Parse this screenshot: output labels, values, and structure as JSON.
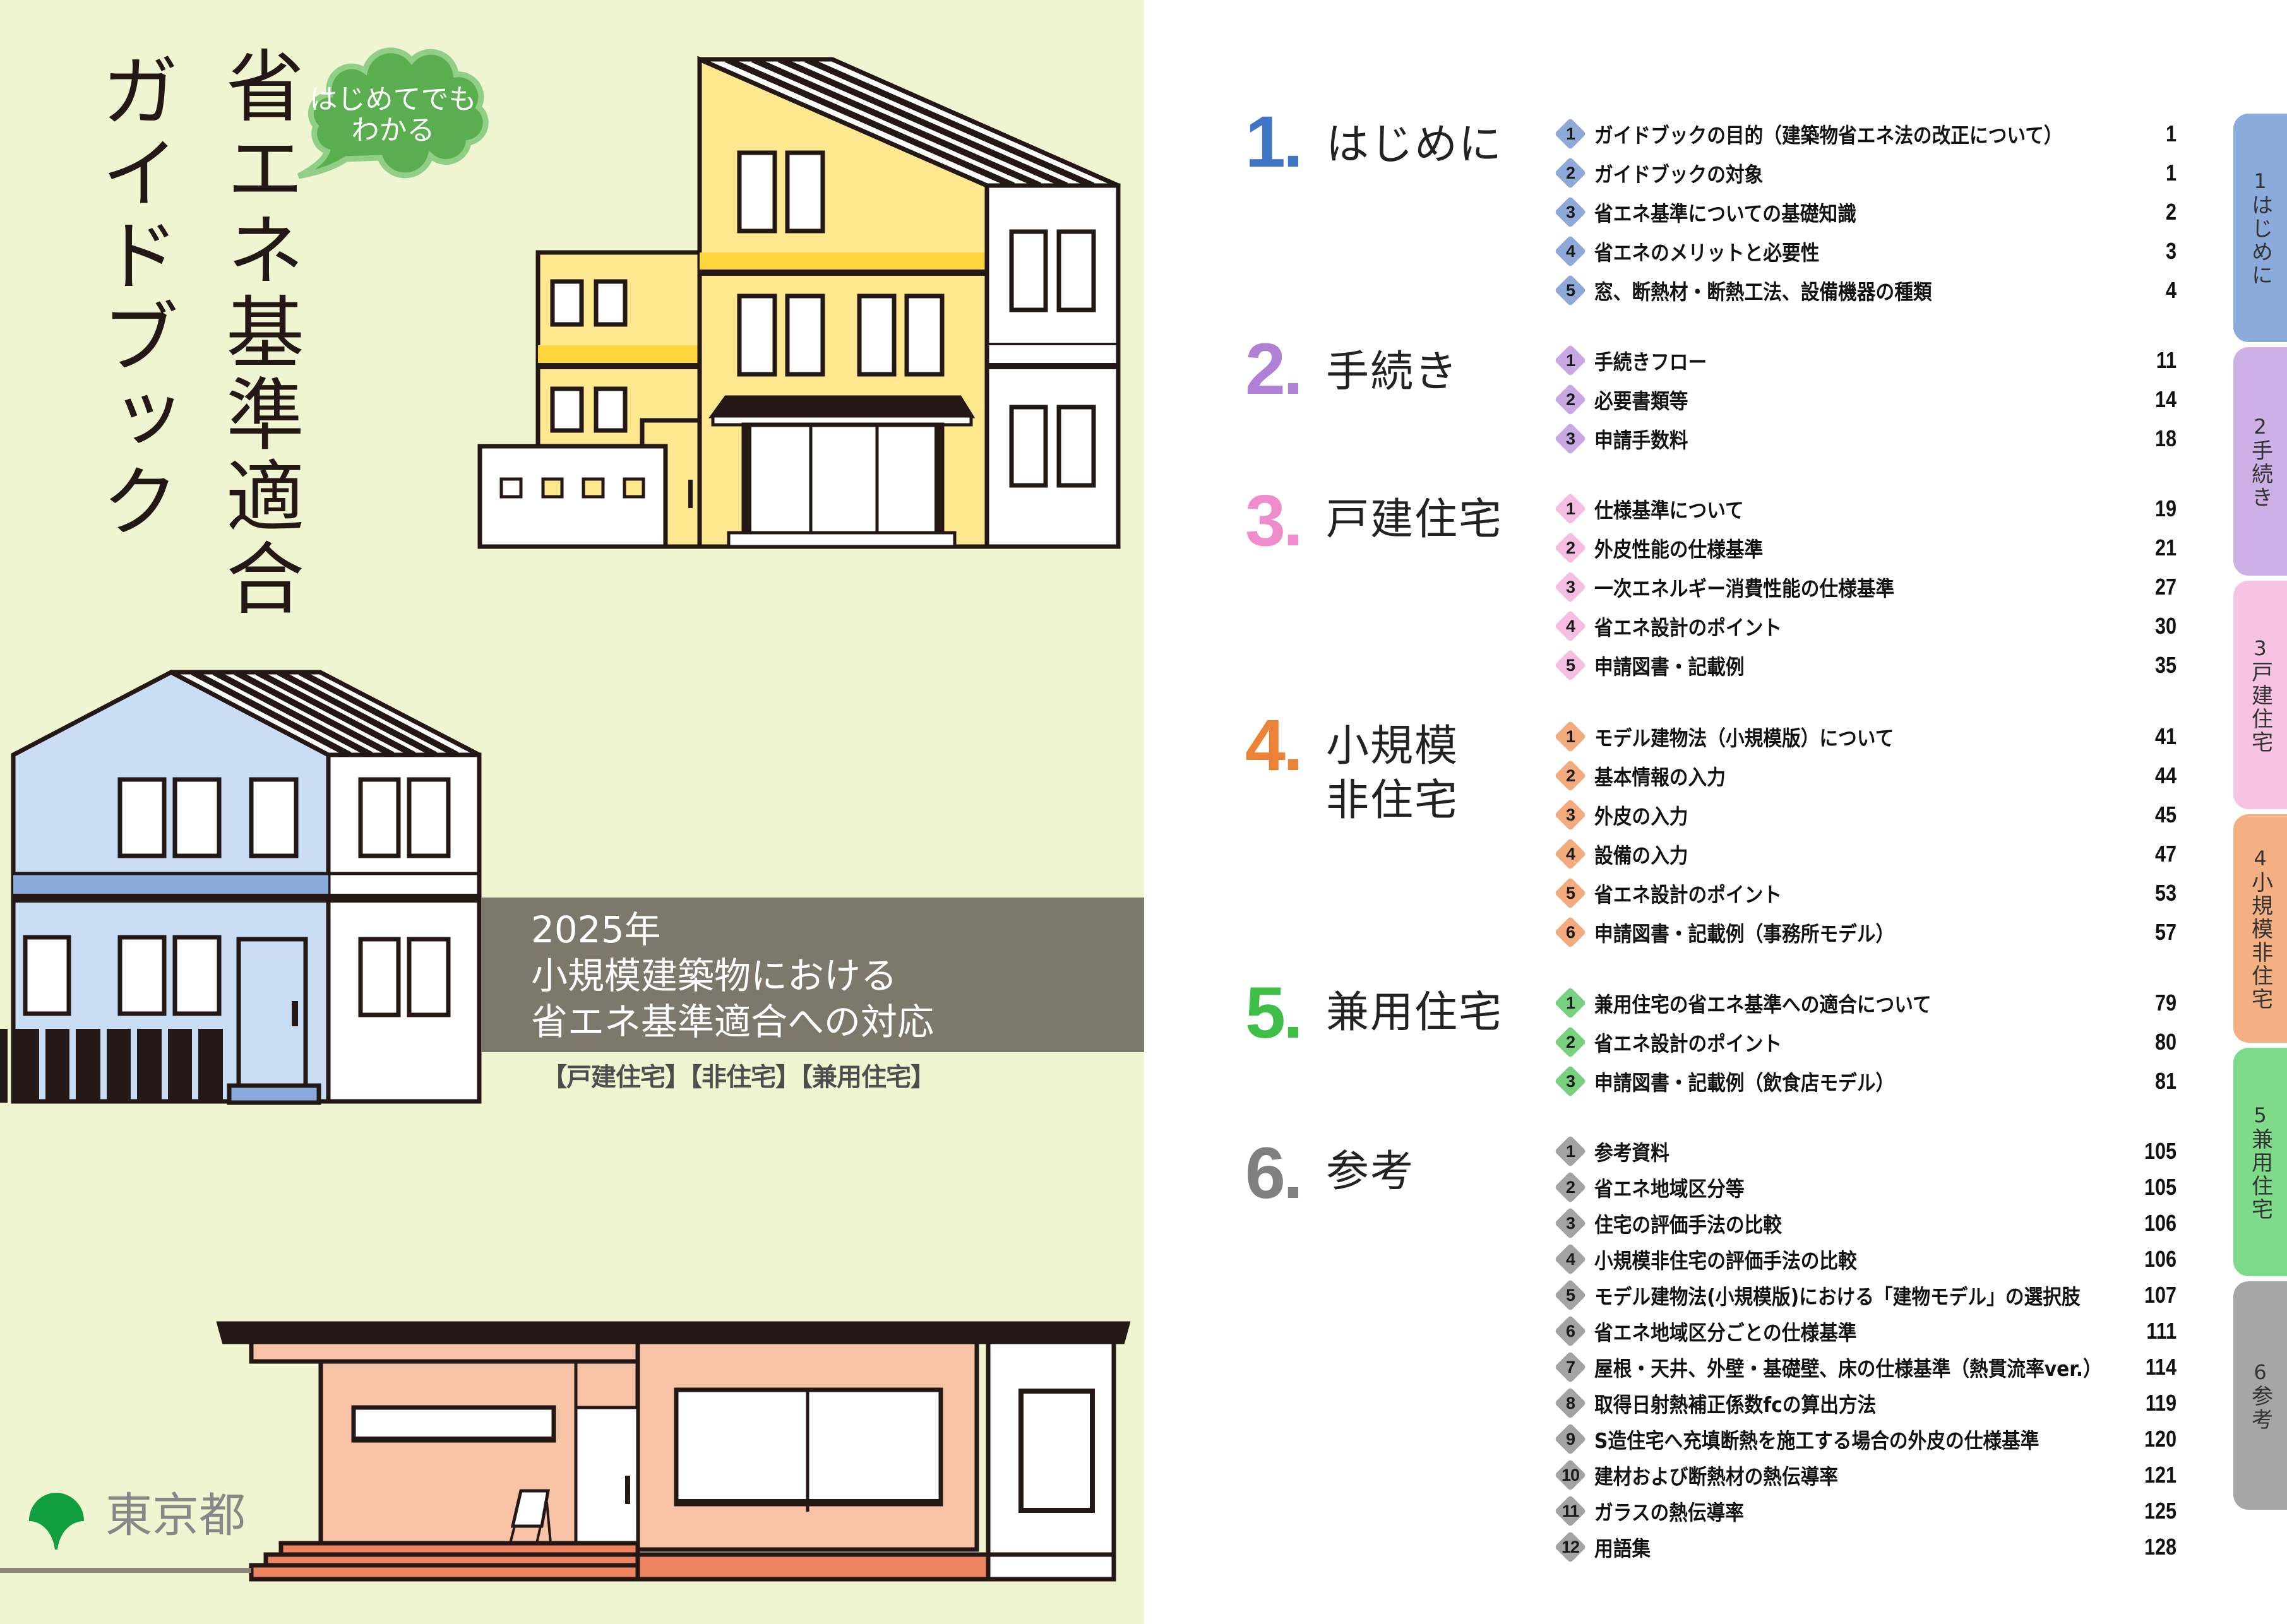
{
  "cover": {
    "title_main": "省エネ基準適合",
    "title_sub": "ガイドブック",
    "bubble": {
      "line1": "はじめてでも",
      "line2": "わかる"
    },
    "banner": {
      "line1": "2025年",
      "line2": "小規模建築物における",
      "line3": "省エネ基準適合への対応"
    },
    "categories": "【戸建住宅】【非住宅】【兼用住宅】",
    "publisher": "東京都",
    "colors": {
      "page_bg": "#eff5d0",
      "banner_bg": "#7d786b",
      "bubble_fill": "#5aae4f",
      "logo_green": "#0f9f3f"
    }
  },
  "toc": {
    "sections": [
      {
        "number": "1.",
        "title": "はじめに",
        "color": "#3f74c6",
        "badge_color": "#8fa9d9",
        "items": [
          {
            "num": "1",
            "label": "ガイドブックの目的（建築物省エネ法の改正について）",
            "page": "1"
          },
          {
            "num": "2",
            "label": "ガイドブックの対象",
            "page": "1"
          },
          {
            "num": "3",
            "label": "省エネ基準についての基礎知識",
            "page": "2"
          },
          {
            "num": "4",
            "label": "省エネのメリットと必要性",
            "page": "3"
          },
          {
            "num": "5",
            "label": "窓、断熱材・断熱工法、設備機器の種類",
            "page": "4"
          }
        ]
      },
      {
        "number": "2.",
        "title": "手続き",
        "color": "#b07fd6",
        "badge_color": "#c8a9e4",
        "items": [
          {
            "num": "1",
            "label": "手続きフロー",
            "page": "11"
          },
          {
            "num": "2",
            "label": "必要書類等",
            "page": "14"
          },
          {
            "num": "3",
            "label": "申請手数料",
            "page": "18"
          }
        ]
      },
      {
        "number": "3.",
        "title": "戸建住宅",
        "color": "#f08ccb",
        "badge_color": "#f6bde2",
        "items": [
          {
            "num": "1",
            "label": "仕様基準について",
            "page": "19"
          },
          {
            "num": "2",
            "label": "外皮性能の仕様基準",
            "page": "21"
          },
          {
            "num": "3",
            "label": "一次エネルギー消費性能の仕様基準",
            "page": "27"
          },
          {
            "num": "4",
            "label": "省エネ設計のポイント",
            "page": "30"
          },
          {
            "num": "5",
            "label": "申請図書・記載例",
            "page": "35"
          }
        ]
      },
      {
        "number": "4.",
        "title": "小規模",
        "title2": "非住宅",
        "color": "#ec8236",
        "badge_color": "#f3ab7e",
        "items": [
          {
            "num": "1",
            "label": "モデル建物法（小規模版）について",
            "page": "41"
          },
          {
            "num": "2",
            "label": "基本情報の入力",
            "page": "44"
          },
          {
            "num": "3",
            "label": "外皮の入力",
            "page": "45"
          },
          {
            "num": "4",
            "label": "設備の入力",
            "page": "47"
          },
          {
            "num": "5",
            "label": "省エネ設計のポイント",
            "page": "53"
          },
          {
            "num": "6",
            "label": "申請図書・記載例（事務所モデル）",
            "page": "57"
          }
        ]
      },
      {
        "number": "5.",
        "title": "兼用住宅",
        "color": "#3fbe48",
        "badge_color": "#77d17f",
        "items": [
          {
            "num": "1",
            "label": "兼用住宅の省エネ基準への適合について",
            "page": "79"
          },
          {
            "num": "2",
            "label": "省エネ設計のポイント",
            "page": "80"
          },
          {
            "num": "3",
            "label": "申請図書・記載例（飲食店モデル）",
            "page": "81"
          }
        ]
      },
      {
        "number": "6.",
        "title": "参考",
        "color": "#808080",
        "badge_color": "#a3a3a3",
        "items": [
          {
            "num": "1",
            "label": "参考資料",
            "page": "105"
          },
          {
            "num": "2",
            "label": "省エネ地域区分等",
            "page": "105"
          },
          {
            "num": "3",
            "label": "住宅の評価手法の比較",
            "page": "106"
          },
          {
            "num": "4",
            "label": "小規模非住宅の評価手法の比較",
            "page": "106"
          },
          {
            "num": "5",
            "label": "モデル建物法(小規模版)における「建物モデル」の選択肢",
            "page": "107"
          },
          {
            "num": "6",
            "label": "省エネ地域区分ごとの仕様基準",
            "page": "111"
          },
          {
            "num": "7",
            "label": "屋根・天井、外壁・基礎壁、床の仕様基準（熱貫流率ver.）",
            "page": "114"
          },
          {
            "num": "8",
            "label": "取得日射熱補正係数fcの算出方法",
            "page": "119"
          },
          {
            "num": "9",
            "label": "S造住宅へ充填断熱を施工する場合の外皮の仕様基準",
            "page": "120"
          },
          {
            "num": "10",
            "label": "建材および断熱材の熱伝導率",
            "page": "121"
          },
          {
            "num": "11",
            "label": "ガラスの熱伝導率",
            "page": "125"
          },
          {
            "num": "12",
            "label": "用語集",
            "page": "128"
          }
        ]
      }
    ]
  },
  "tabs": [
    {
      "number": "1",
      "label": "はじめに",
      "color": "#8aabdb"
    },
    {
      "number": "2",
      "label": "手続き",
      "color": "#cdb0e6"
    },
    {
      "number": "3",
      "label": "戸建住宅",
      "color": "#f7c3e3"
    },
    {
      "number": "4",
      "label": "小規模非住宅",
      "color": "#f4b083"
    },
    {
      "number": "5",
      "label": "兼用住宅",
      "color": "#7edb8a"
    },
    {
      "number": "6",
      "label": "参考",
      "color": "#a6a6a6"
    }
  ]
}
